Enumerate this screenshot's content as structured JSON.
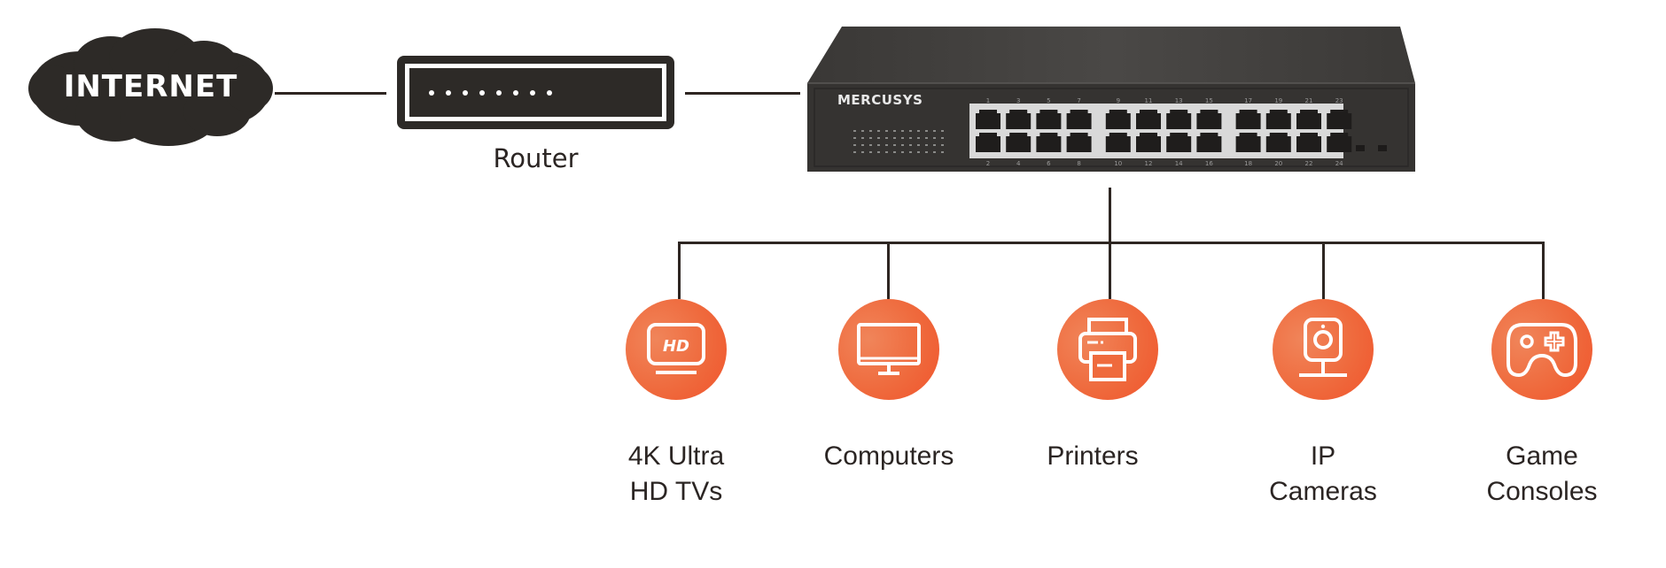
{
  "diagram": {
    "title": "Network topology: Internet → Router → Switch → Devices",
    "internet": {
      "label": "INTERNET",
      "icon": "cloud-icon"
    },
    "router": {
      "label": "Router",
      "icon": "router-icon",
      "led_count": 8
    },
    "switch": {
      "brand": "MERCUSYS",
      "icon": "network-switch-icon",
      "ports_top": [
        "1",
        "3",
        "5",
        "7",
        "9",
        "11",
        "13",
        "15",
        "17",
        "19",
        "21",
        "23"
      ],
      "ports_bottom": [
        "2",
        "4",
        "6",
        "8",
        "10",
        "12",
        "14",
        "16",
        "18",
        "20",
        "22",
        "24"
      ]
    },
    "devices": [
      {
        "label_line1": "4K Ultra",
        "label_line2": "HD TVs",
        "icon": "hd-tv-icon",
        "icon_text": "HD"
      },
      {
        "label_line1": "Computers",
        "label_line2": "",
        "icon": "monitor-icon"
      },
      {
        "label_line1": "Printers",
        "label_line2": "",
        "icon": "printer-icon"
      },
      {
        "label_line1": "IP",
        "label_line2": "Cameras",
        "icon": "ip-camera-icon"
      },
      {
        "label_line1": "Game",
        "label_line2": "Consoles",
        "icon": "gamepad-icon"
      }
    ],
    "colors": {
      "accent_orange": "#ef6a3d",
      "dark": "#2d2a27",
      "line": "#2e2622",
      "text": "#2b2523"
    }
  }
}
